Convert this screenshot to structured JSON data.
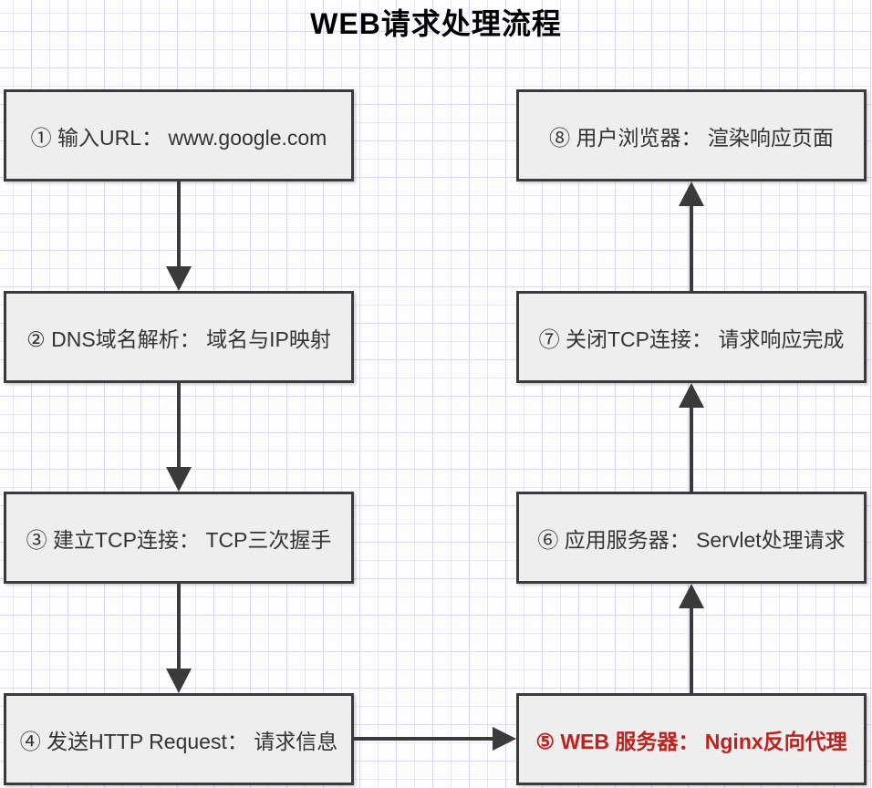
{
  "diagram": {
    "title": "WEB请求处理流程",
    "steps": [
      {
        "id": 1,
        "label": "① 输入URL： www.google.com",
        "column": "left",
        "row": 0,
        "highlighted": false
      },
      {
        "id": 2,
        "label": "② DNS域名解析： 域名与IP映射",
        "column": "left",
        "row": 1,
        "highlighted": false
      },
      {
        "id": 3,
        "label": "③ 建立TCP连接： TCP三次握手",
        "column": "left",
        "row": 2,
        "highlighted": false
      },
      {
        "id": 4,
        "label": "④ 发送HTTP Request： 请求信息",
        "column": "left",
        "row": 3,
        "highlighted": false
      },
      {
        "id": 5,
        "label": "⑤ WEB 服务器： Nginx反向代理",
        "column": "right",
        "row": 3,
        "highlighted": true
      },
      {
        "id": 6,
        "label": "⑥ 应用服务器： Servlet处理请求",
        "column": "right",
        "row": 2,
        "highlighted": false
      },
      {
        "id": 7,
        "label": "⑦ 关闭TCP连接： 请求响应完成",
        "column": "right",
        "row": 1,
        "highlighted": false
      },
      {
        "id": 8,
        "label": "⑧ 用户浏览器： 渲染响应页面",
        "column": "right",
        "row": 0,
        "highlighted": false
      }
    ],
    "connections": [
      {
        "from": 1,
        "to": 2,
        "direction": "down"
      },
      {
        "from": 2,
        "to": 3,
        "direction": "down"
      },
      {
        "from": 3,
        "to": 4,
        "direction": "down"
      },
      {
        "from": 4,
        "to": 5,
        "direction": "right"
      },
      {
        "from": 5,
        "to": 6,
        "direction": "up"
      },
      {
        "from": 6,
        "to": 7,
        "direction": "up"
      },
      {
        "from": 7,
        "to": 8,
        "direction": "up"
      }
    ]
  },
  "colors": {
    "page-bg": "#fdfdff",
    "grid-minor": "#edeaf8",
    "grid-major": "#ddd7f0",
    "box-fill": "#eeeeee",
    "box-border": "#3a3a3a",
    "text-color": "#333333",
    "title-color": "#000000",
    "arrow-color": "#3a3a3a",
    "highlight-red": "#bf211e"
  }
}
